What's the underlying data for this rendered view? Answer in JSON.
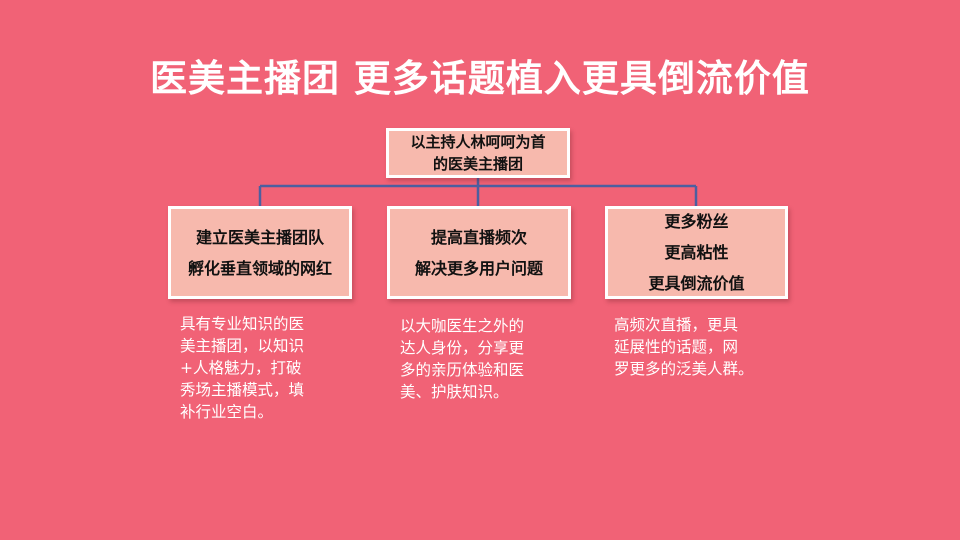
{
  "title": "医美主播团  更多话题植入更具倒流价值",
  "colors": {
    "background": "#f16276",
    "box_fill": "#f7b9ad",
    "box_border": "#ffffff",
    "connector": "#4c5fa0",
    "text_light": "#ffffff",
    "text_dark": "#111111"
  },
  "top_box": {
    "lines": [
      "以主持人林呵呵为首",
      "的医美主播团"
    ]
  },
  "branches": [
    {
      "lines": [
        "建立医美主播团队",
        "孵化垂直领域的网红"
      ],
      "description": [
        "具有专业知识的医",
        "美主播团，以知识",
        "+人格魅力，打破",
        "秀场主播模式，填",
        "补行业空白。"
      ]
    },
    {
      "lines": [
        "提高直播频次",
        "解决更多用户问题"
      ],
      "description": [
        "以大咖医生之外的",
        "达人身份，分享更",
        "多的亲历体验和医",
        "美、护肤知识。"
      ]
    },
    {
      "lines": [
        "更多粉丝",
        "更高粘性",
        "更具倒流价值"
      ],
      "description": [
        "高频次直播，更具",
        "延展性的话题，网",
        "罗更多的泛美人群。"
      ]
    }
  ]
}
